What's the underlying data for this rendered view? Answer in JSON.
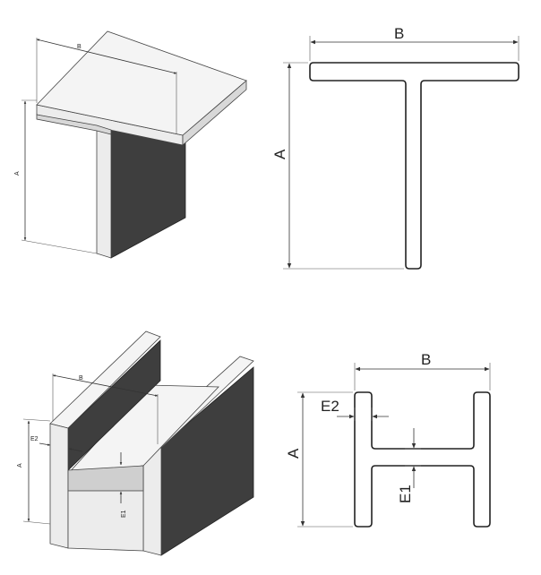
{
  "labels": {
    "A": "A",
    "B": "B",
    "E1": "E1",
    "E2": "E2"
  }
}
